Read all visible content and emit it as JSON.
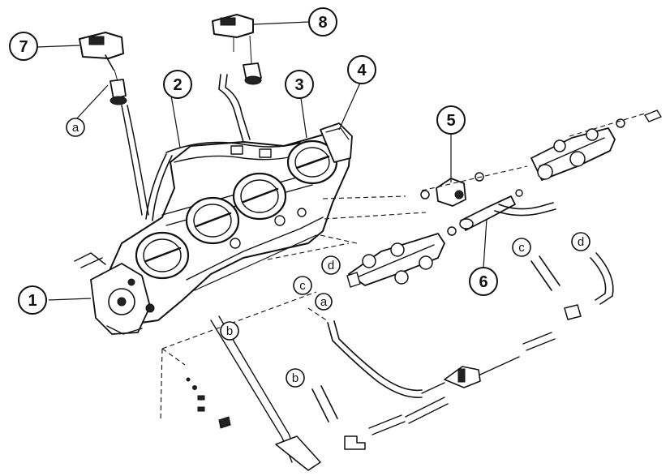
{
  "callouts": [
    {
      "id": "1",
      "label": "1"
    },
    {
      "id": "2",
      "label": "2"
    },
    {
      "id": "3",
      "label": "3"
    },
    {
      "id": "4",
      "label": "4"
    },
    {
      "id": "5",
      "label": "5"
    },
    {
      "id": "6",
      "label": "6"
    },
    {
      "id": "7",
      "label": "7"
    },
    {
      "id": "8",
      "label": "8"
    }
  ],
  "hose_letters": [
    {
      "id": "a-top",
      "label": "a"
    },
    {
      "id": "a-hose",
      "label": "a"
    },
    {
      "id": "b-body",
      "label": "b"
    },
    {
      "id": "b-hose",
      "label": "b"
    },
    {
      "id": "c-body",
      "label": "c"
    },
    {
      "id": "c-hose",
      "label": "c"
    },
    {
      "id": "d-body",
      "label": "d"
    },
    {
      "id": "d-hose",
      "label": "d"
    }
  ]
}
